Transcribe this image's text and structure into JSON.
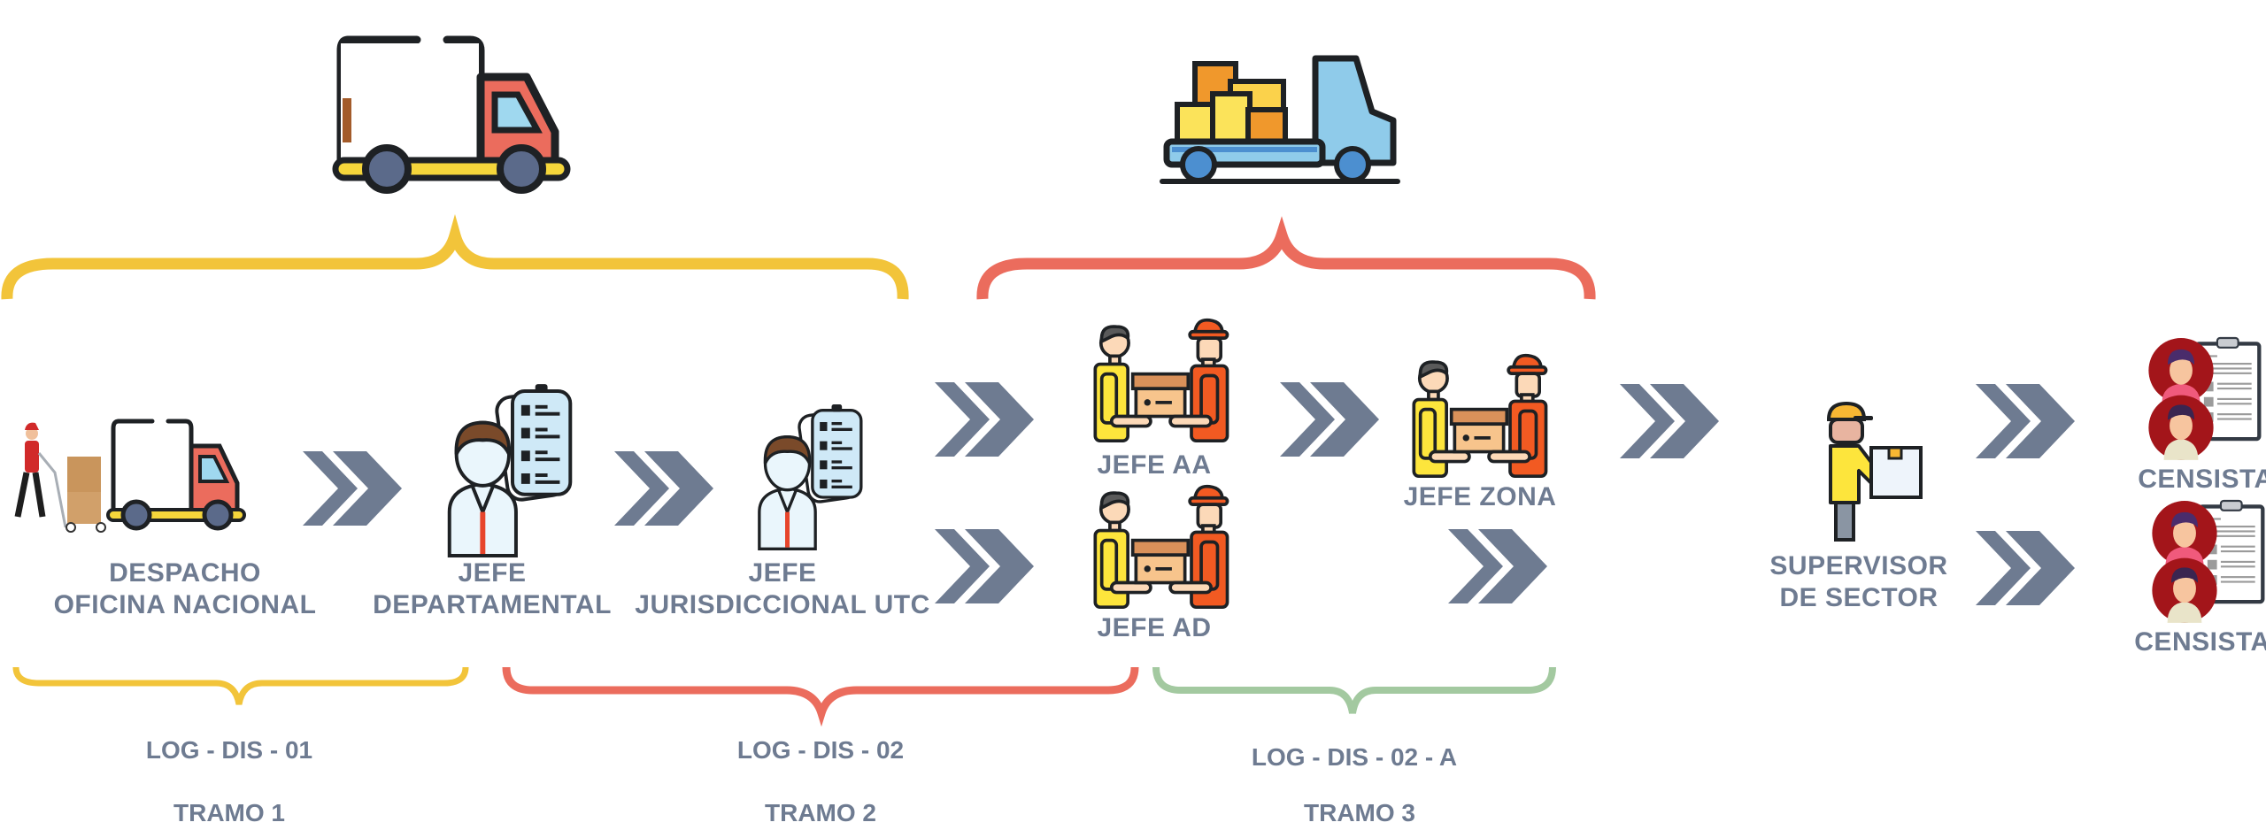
{
  "colors": {
    "text": "#6e7b91",
    "chevron": "#6e7b91",
    "brace_yellow": "#f2c43a",
    "brace_red": "#eb6c5d",
    "brace_green": "#a3c9a0"
  },
  "top_groups": [
    {
      "icon": "box-truck-icon",
      "brace_color": "brace_yellow"
    },
    {
      "icon": "pickup-truck-icon",
      "brace_color": "brace_red"
    }
  ],
  "nodes": {
    "despacho": {
      "line1": "DESPACHO",
      "line2": "OFICINA NACIONAL",
      "icon": "delivery-truck-with-worker-icon"
    },
    "jefe_departamental": {
      "line1": "JEFE",
      "line2": "DEPARTAMENTAL",
      "icon": "manager-with-checklist-icon"
    },
    "jefe_jurisdiccional": {
      "line1": "JEFE",
      "line2": "JURISDICCIONAL UTC",
      "icon": "manager-with-checklist-icon"
    },
    "jefe_aa": {
      "label": "JEFE AA",
      "icon": "package-handover-icon"
    },
    "jefe_ad": {
      "label": "JEFE AD",
      "icon": "package-handover-icon"
    },
    "jefe_zona": {
      "label": "JEFE ZONA",
      "icon": "package-handover-icon"
    },
    "supervisor": {
      "line1": "SUPERVISOR",
      "line2": "DE SECTOR",
      "icon": "courier-with-box-icon"
    },
    "censista_1": {
      "label": "CENSISTA",
      "icon": "census-takers-clipboard-icon"
    },
    "censista_2": {
      "label": "CENSISTA",
      "icon": "census-takers-clipboard-icon"
    }
  },
  "segments": [
    {
      "code": "LOG - DIS - 01",
      "tramo": "TRAMO 1",
      "brace_color": "brace_yellow"
    },
    {
      "code": "LOG - DIS - 02",
      "tramo": "TRAMO 2",
      "brace_color": "brace_red"
    },
    {
      "code": "LOG - DIS - 02 - A",
      "tramo": "TRAMO 3",
      "brace_color": "brace_green"
    }
  ]
}
